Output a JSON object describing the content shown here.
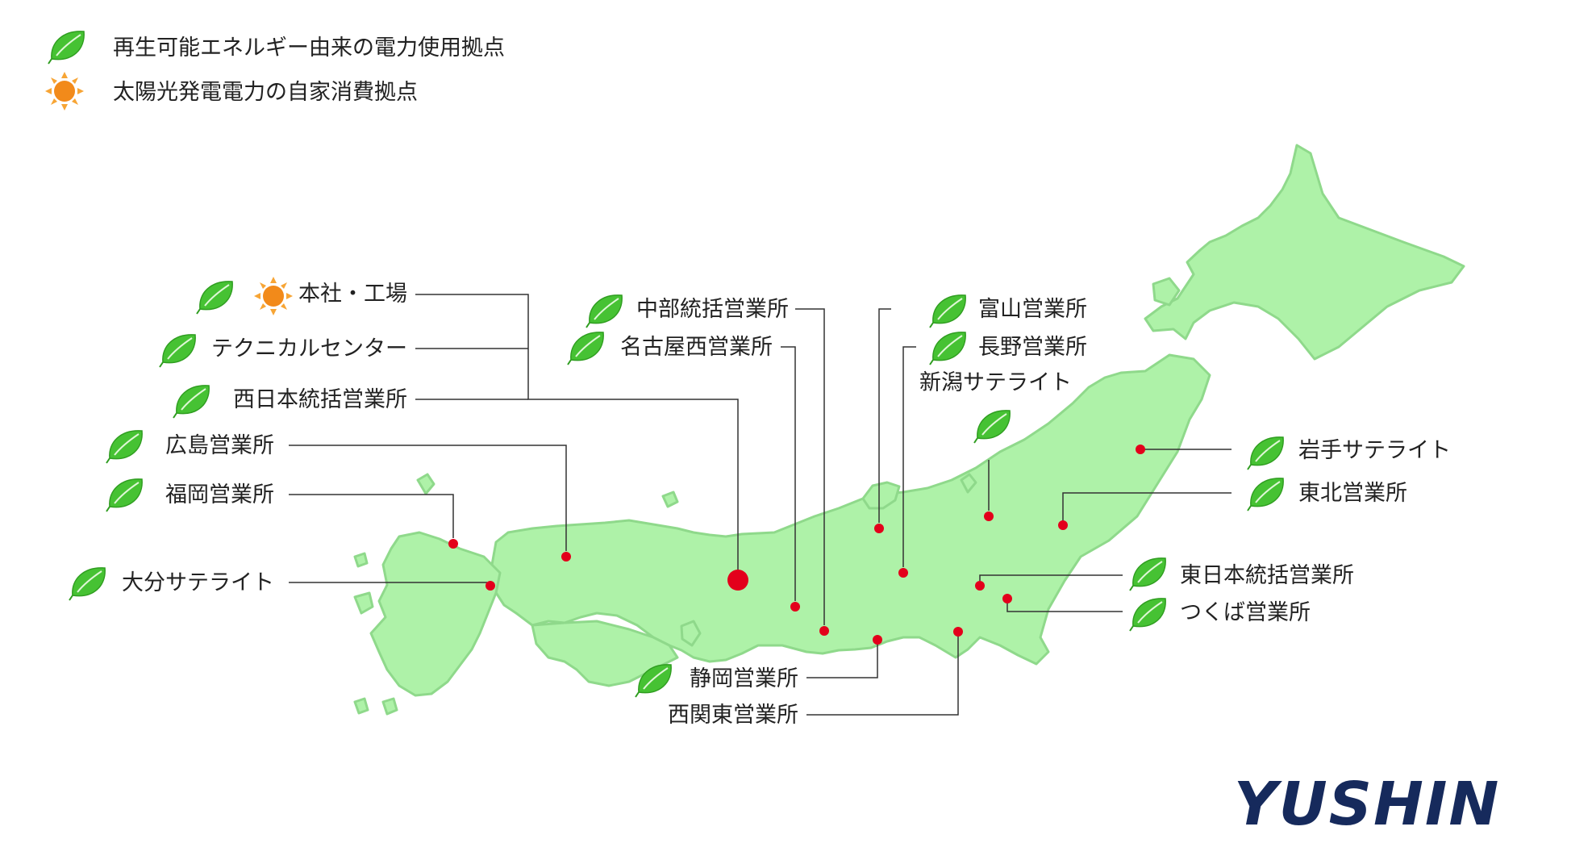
{
  "legend": {
    "renewable": "再生可能エネルギー由来の電力使用拠点",
    "solar": "太陽光発電電力の自家消費拠点"
  },
  "logo": "YUSHIN",
  "colors": {
    "land": "#aef2a8",
    "land_edge": "#8fd98b",
    "leaf": "#46c233",
    "sun": "#f28a1a",
    "dot": "#e3001b",
    "line": "#333333",
    "logo": "#162a5c"
  },
  "sites": {
    "honsha": "本社・工場",
    "technical": "テクニカルセンター",
    "nishinihon": "西日本統括営業所",
    "hiroshima": "広島営業所",
    "fukuoka": "福岡営業所",
    "oita": "大分サテライト",
    "chubu": "中部統括営業所",
    "nagoya_nishi": "名古屋西営業所",
    "toyama": "富山営業所",
    "nagano": "長野営業所",
    "niigata": "新潟サテライト",
    "iwate": "岩手サテライト",
    "tohoku": "東北営業所",
    "higashinihon": "東日本統括営業所",
    "tsukuba": "つくば営業所",
    "shizuoka": "静岡営業所",
    "nishikanto": "西関東営業所"
  }
}
